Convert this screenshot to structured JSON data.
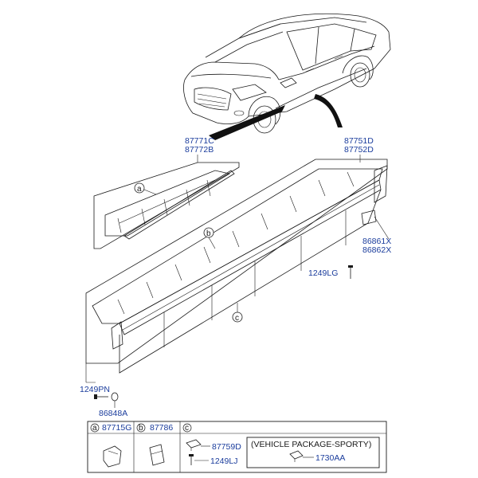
{
  "parts": {
    "garnish_upper": [
      "87771C",
      "87772B"
    ],
    "garnish_main": [
      "87751D",
      "87752D"
    ],
    "bracket": [
      "86861X",
      "86862X"
    ],
    "screw_right": "1249LG",
    "screw_left": "1249PN",
    "nut_left": "86848A"
  },
  "callouts": {
    "a": "a",
    "b": "b",
    "c": "c"
  },
  "legend": {
    "cells": [
      {
        "letter": "a",
        "part": "87715G"
      },
      {
        "letter": "b",
        "part": "87786"
      },
      {
        "letter": "c",
        "part": ""
      }
    ],
    "c_parts": [
      "87759D",
      "1249LJ"
    ],
    "package_label": "(VEHICLE PACKAGE-SPORTY)",
    "package_part": "1730AA"
  },
  "colors": {
    "part_number": "#1a3c9c",
    "line": "#1a1a1a",
    "arrow": "#111111"
  }
}
